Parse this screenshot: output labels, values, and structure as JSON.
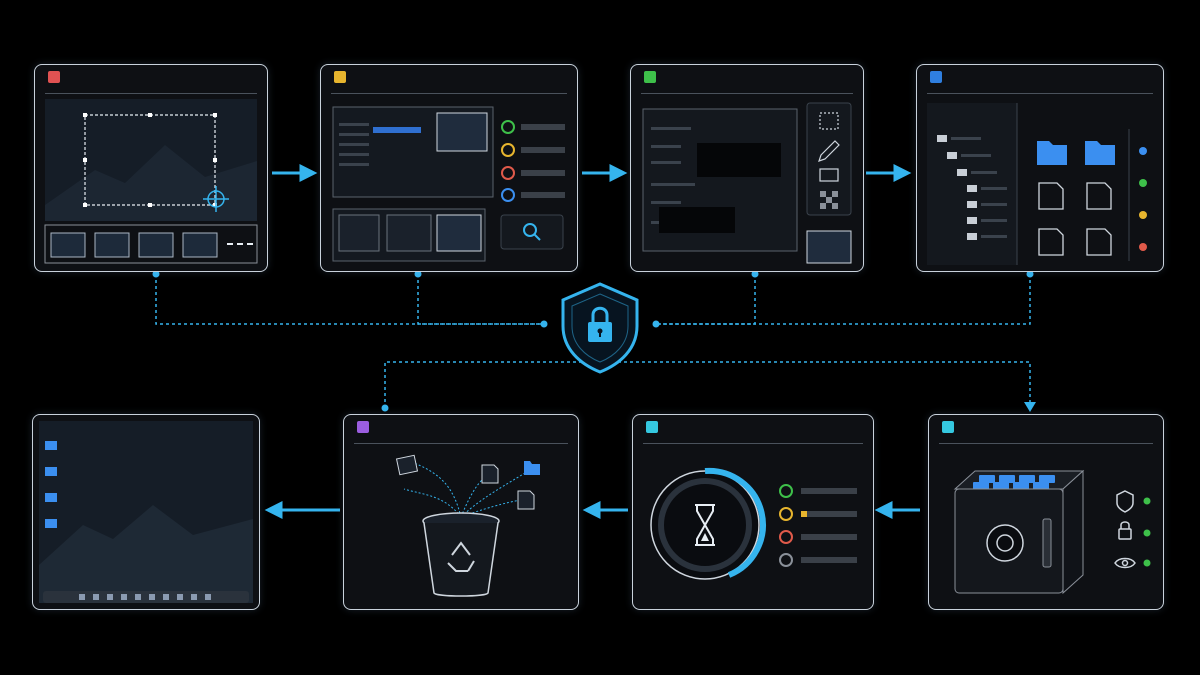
{
  "accent_color": "#35b4ee",
  "panel_border_color": "#c9d2dc",
  "panels": [
    {
      "id": "capture",
      "icon": "region-capture-icon",
      "header_color": "#e05252"
    },
    {
      "id": "window-select",
      "icon": "window-select-icon",
      "header_color": "#e7b52e"
    },
    {
      "id": "redact-edit",
      "icon": "edit-tools-icon",
      "header_color": "#3ec04a"
    },
    {
      "id": "file-organize",
      "icon": "folder-tree-icon",
      "header_color": "#2f7fe0"
    },
    {
      "id": "desktop-clean",
      "icon": "desktop-icon",
      "header_color": ""
    },
    {
      "id": "auto-delete",
      "icon": "recycle-bin-icon",
      "header_color": "#9b5ee0"
    },
    {
      "id": "timer",
      "icon": "hourglass-icon",
      "header_color": "#35c8e0"
    },
    {
      "id": "secure-vault",
      "icon": "safe-icon",
      "header_color": "#35c8e0"
    }
  ],
  "status_colors": {
    "green": "#3ec04a",
    "yellow": "#e7b52e",
    "red": "#e05a4a",
    "blue": "#3b8ff0",
    "gray": "#8a9099"
  },
  "center_icon": "shield-lock-icon"
}
